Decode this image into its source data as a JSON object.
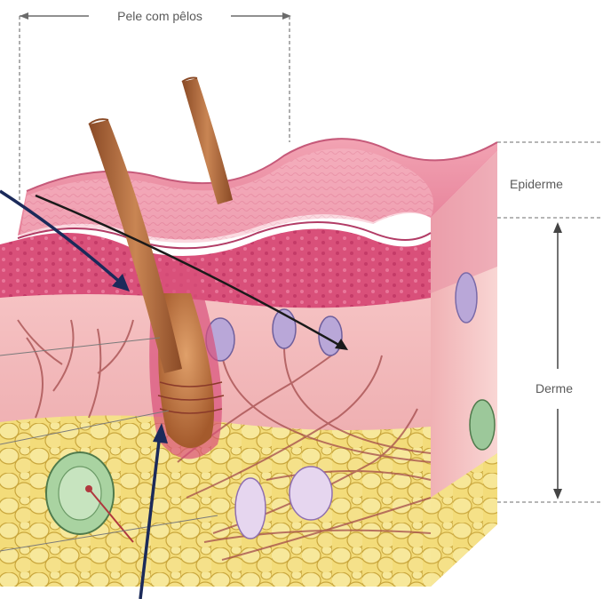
{
  "diagram": {
    "labels": {
      "top_dimension": "Pele com pêlos",
      "epidermis": "Epiderme",
      "dermis": "Derme"
    },
    "colors": {
      "epidermis": "#e8869a",
      "dermis": "#f4b7bb",
      "papillary_layer": "#d9507a",
      "hypodermis_fat": "#f3dc7a",
      "hair": "#b56a3e",
      "pointer_arrow": "#1b2a5a",
      "pointer_line": "#1a1a1a"
    }
  }
}
